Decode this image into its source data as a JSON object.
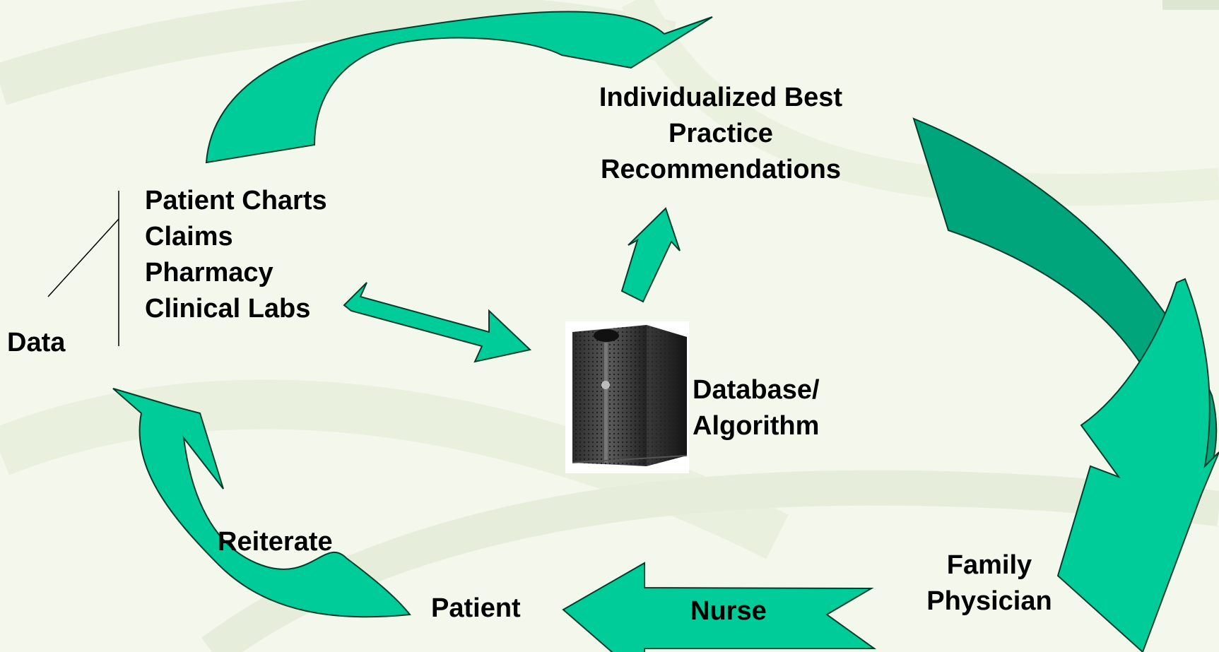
{
  "colors": {
    "arrow_fill": "#00cc99",
    "arrow_fill_dark": "#00a57c",
    "arrow_stroke": "#003d2a",
    "background": "#f3f7ec",
    "text": "#000000"
  },
  "nodes": {
    "recommendations": [
      "Individualized Best",
      "Practice",
      "Recommendations"
    ],
    "sources": [
      "Patient Charts",
      "Claims",
      "Pharmacy",
      "Clinical Labs"
    ],
    "data": "Data",
    "database": [
      "Database/",
      "Algorithm"
    ],
    "family_physician": [
      "Family",
      "Physician"
    ],
    "patient": "Patient",
    "nurse": "Nurse",
    "reiterate": "Reiterate"
  },
  "icons": {
    "database_server": "server-tower-icon"
  }
}
